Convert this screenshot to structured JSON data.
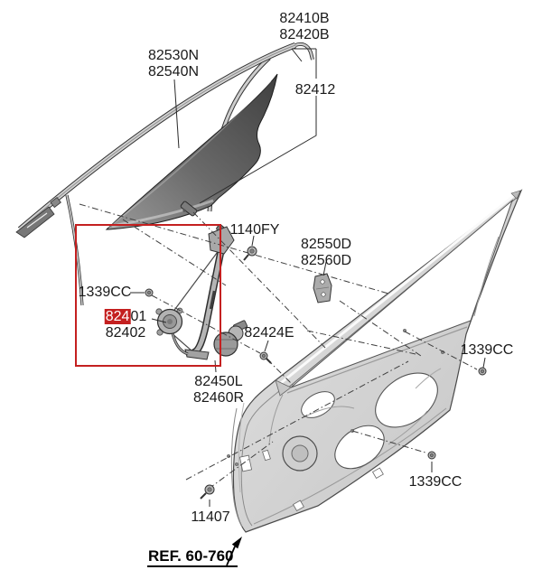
{
  "colors": {
    "highlight": "#c42020",
    "art_line": "#333333",
    "text": "#1a1a1a"
  },
  "callouts": {
    "glass": {
      "line1": "82410B",
      "line2": "82420B"
    },
    "run_channel": {
      "line1": "82530N",
      "line2": "82540N"
    },
    "glass_grip": {
      "text": "82412"
    },
    "screw_1140fy": {
      "text": "1140FY"
    },
    "rear_channel_bracket": {
      "line1": "82550D",
      "line2": "82560D"
    },
    "bolt_1339cc_left": {
      "text": "1339CC"
    },
    "regulator": {
      "part_highlighted": "824",
      "part_rest": "01",
      "line2": "82402"
    },
    "bolt_82424e": {
      "text": "82424E"
    },
    "motor": {
      "line1": "82450L",
      "line2": "82460R"
    },
    "bolt_1339cc_right": {
      "text": "1339CC"
    },
    "bolt_1339cc_bottom": {
      "text": "1339CC"
    },
    "screw_11407": {
      "text": "11407"
    },
    "reference": {
      "text": "REF. 60-760"
    }
  }
}
